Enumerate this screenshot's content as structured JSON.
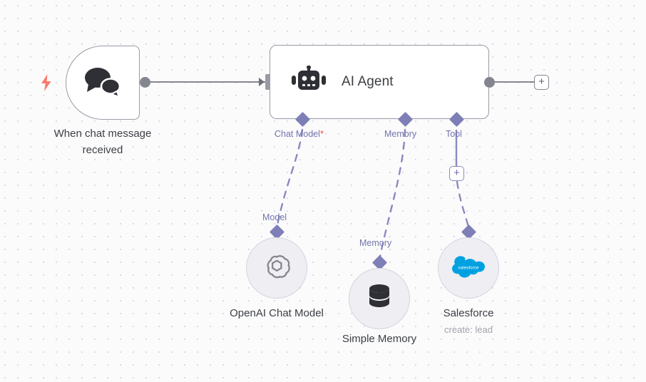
{
  "canvas": {
    "background_color": "#fbfbfc",
    "grid_dot_color": "#d9d9e3",
    "accent_purple": "#7f7fb8",
    "required_marker_color": "#ef4444",
    "salesforce_blue": "#00a1e0"
  },
  "nodes": {
    "trigger": {
      "label": "When chat message received",
      "icon": "chat-bubbles-icon",
      "badge_icon": "lightning-bolt-icon"
    },
    "agent": {
      "title": "AI Agent",
      "icon": "robot-icon",
      "ports": [
        {
          "id": "chat-model",
          "label": "Chat Model",
          "required": true,
          "required_marker": "*"
        },
        {
          "id": "memory",
          "label": "Memory",
          "required": false,
          "required_marker": ""
        },
        {
          "id": "tool",
          "label": "Tool",
          "required": false,
          "required_marker": ""
        }
      ]
    },
    "openai": {
      "label": "OpenAI Chat Model",
      "port_label": "Model",
      "icon": "openai-logo-icon"
    },
    "memory": {
      "label": "Simple Memory",
      "port_label": "Memory",
      "icon": "database-icon"
    },
    "salesforce": {
      "label": "Salesforce",
      "sublabel": "create: lead",
      "icon": "salesforce-cloud-icon"
    }
  },
  "buttons": {
    "add_after_agent": "+",
    "add_tool": "+"
  }
}
